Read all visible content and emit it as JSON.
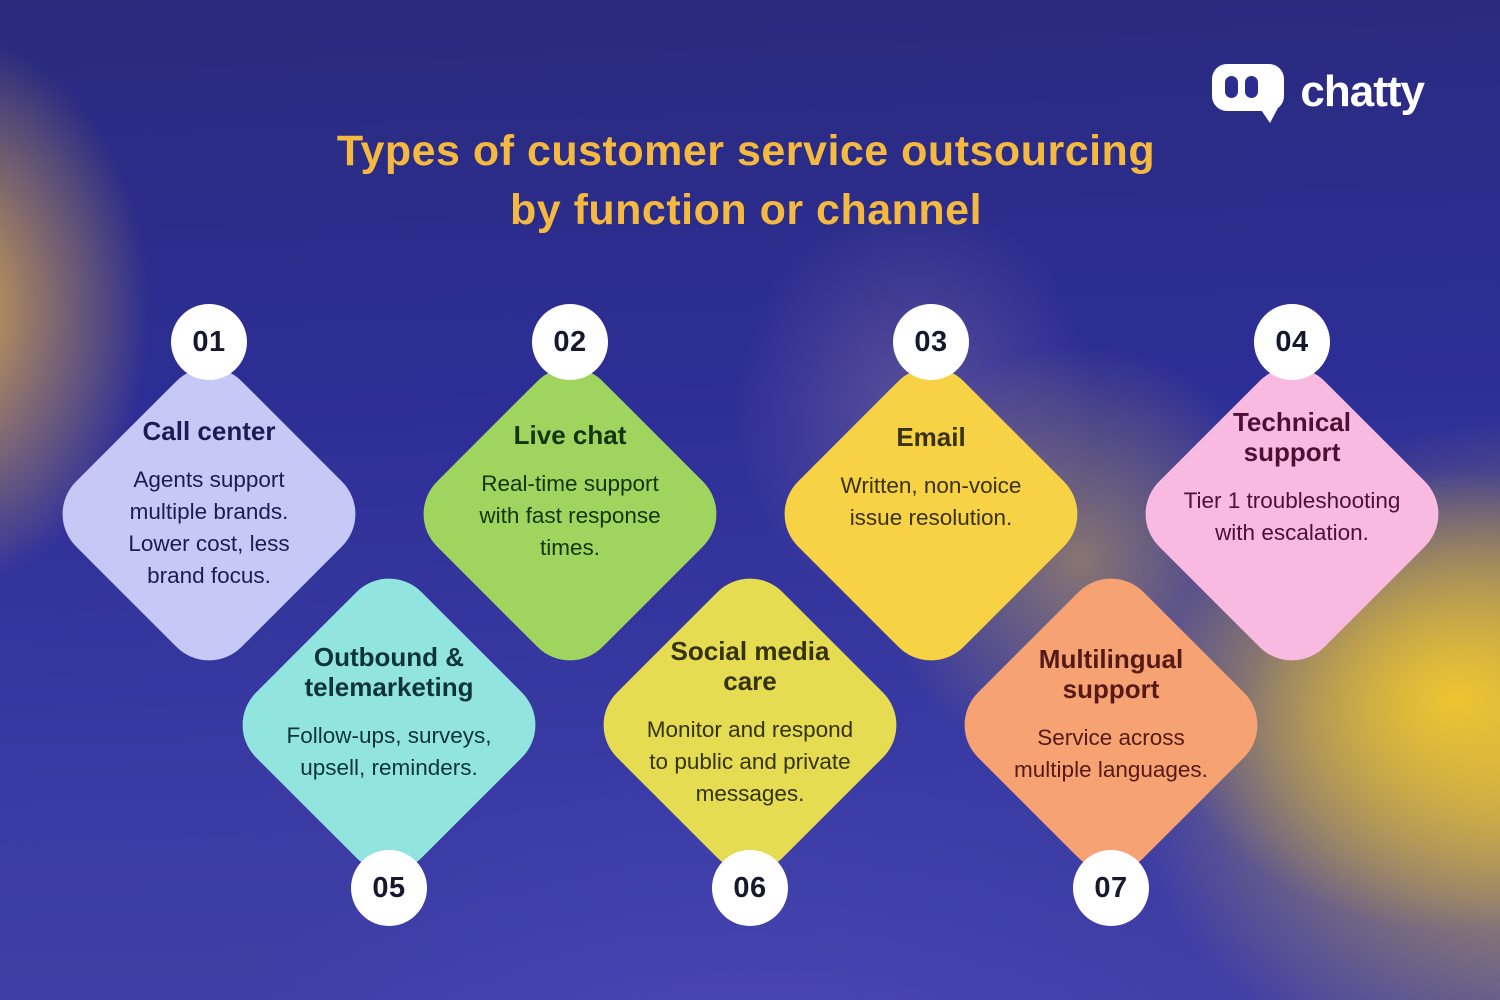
{
  "logo": {
    "text": "chatty",
    "icon": "chat-bubble-icon"
  },
  "title": "Types of customer service outsourcing\nby function or channel",
  "title_color": "#F5B940",
  "background": {
    "base_indigo": "#2D2E95",
    "glow_gold": "#EEC432",
    "badge_white": "#FFFFFF"
  },
  "cards": [
    {
      "number": "01",
      "title": "Call center",
      "body": "Agents support\nmultiple brands.\nLower cost, less\nbrand focus.",
      "fill": "#C6C8F5",
      "text_color": "#1A1D55",
      "number_position": "top"
    },
    {
      "number": "02",
      "title": "Live chat",
      "body": "Real-time support\nwith fast response\ntimes.",
      "fill": "#9FD55F",
      "text_color": "#12340F",
      "number_position": "top"
    },
    {
      "number": "03",
      "title": "Email",
      "body": "Written, non-voice\nissue resolution.",
      "fill": "#F6D244",
      "text_color": "#3A3110",
      "number_position": "top"
    },
    {
      "number": "04",
      "title": "Technical\nsupport",
      "body": "Tier 1 troubleshooting\nwith escalation.",
      "fill": "#F9BAE1",
      "text_color": "#4A1135",
      "number_position": "top"
    },
    {
      "number": "05",
      "title": "Outbound &\ntelemarketing",
      "body": "Follow-ups, surveys,\nupsell, reminders.",
      "fill": "#92E4DF",
      "text_color": "#0E3438",
      "number_position": "bottom"
    },
    {
      "number": "06",
      "title": "Social media\ncare",
      "body": "Monitor and respond\nto public and private\nmessages.",
      "fill": "#E5DC52",
      "text_color": "#35320E",
      "number_position": "bottom"
    },
    {
      "number": "07",
      "title": "Multilingual\nsupport",
      "body": "Service across\nmultiple languages.",
      "fill": "#F7A272",
      "text_color": "#551A18",
      "number_position": "bottom"
    }
  ]
}
